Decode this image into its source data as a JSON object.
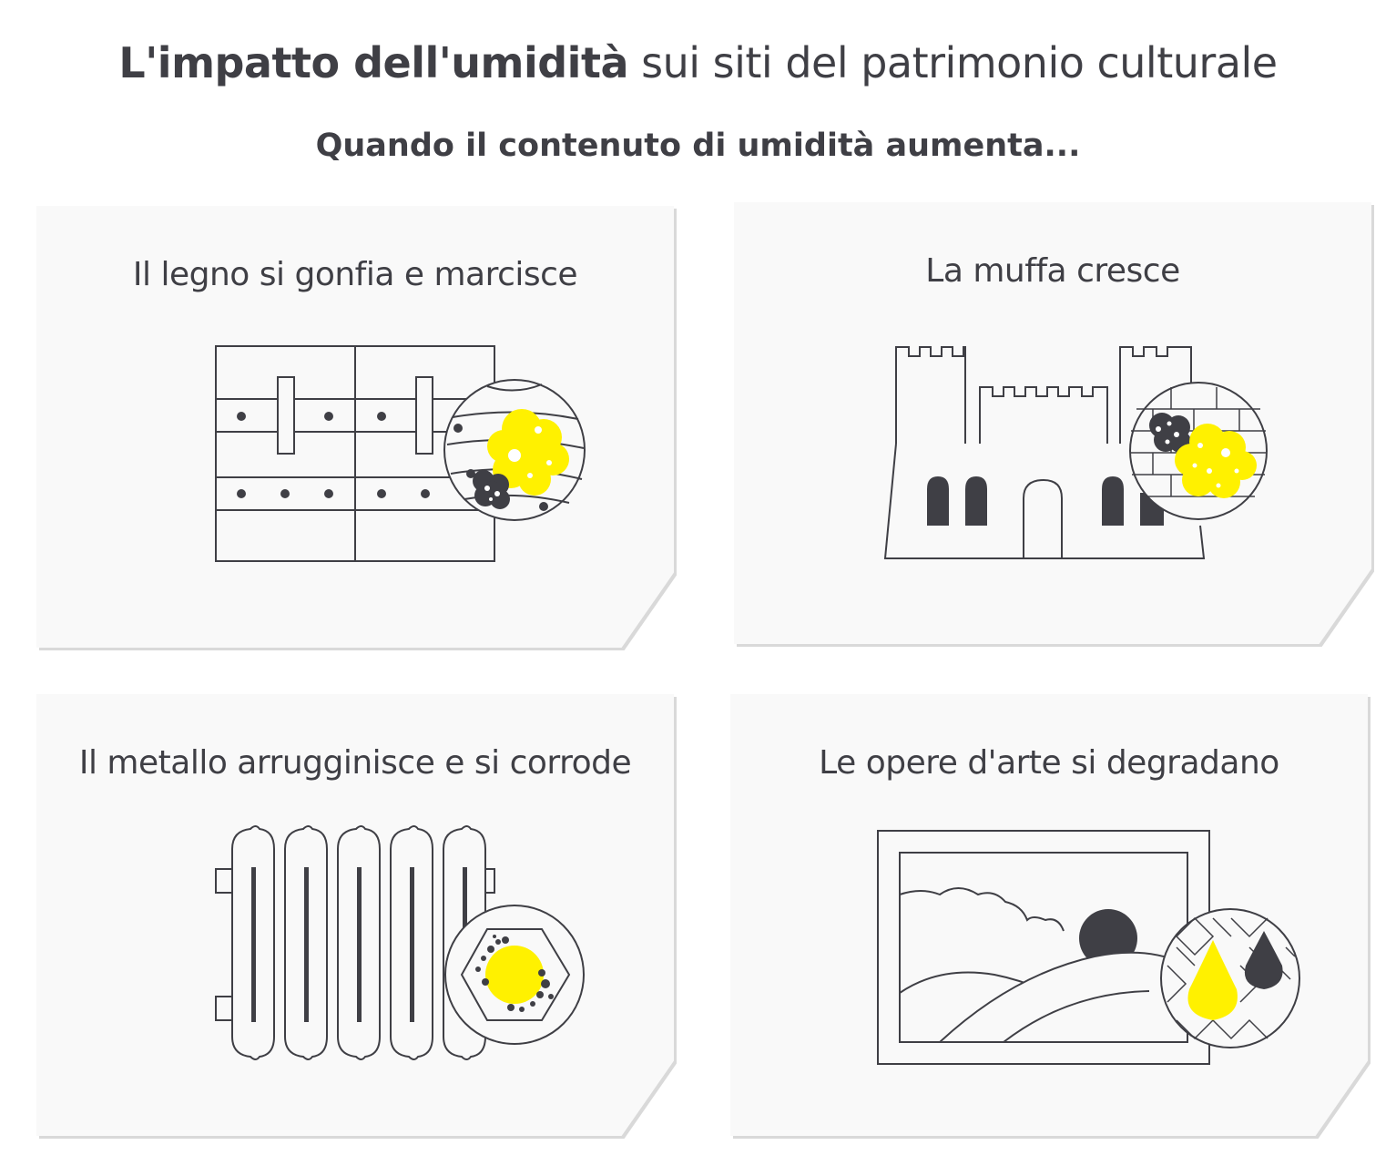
{
  "header": {
    "title_bold": "L'impatto dell'umidità",
    "title_rest": "sui siti del patrimonio culturale",
    "subtitle": "Quando il contenuto di umidità aumenta..."
  },
  "cards": [
    {
      "label": "Il legno si gonfia e marcisce",
      "icon": "wooden-door-icon"
    },
    {
      "label": "La muffa cresce",
      "icon": "castle-icon"
    },
    {
      "label": "Il metallo arrugginisce e si corrode",
      "icon": "radiator-icon"
    },
    {
      "label": "Le opere d'arte si degradano",
      "icon": "framed-painting-icon"
    }
  ],
  "colors": {
    "accent": "#fff100",
    "dark": "#3f3f45",
    "card_bg": "#f9f9f9"
  }
}
